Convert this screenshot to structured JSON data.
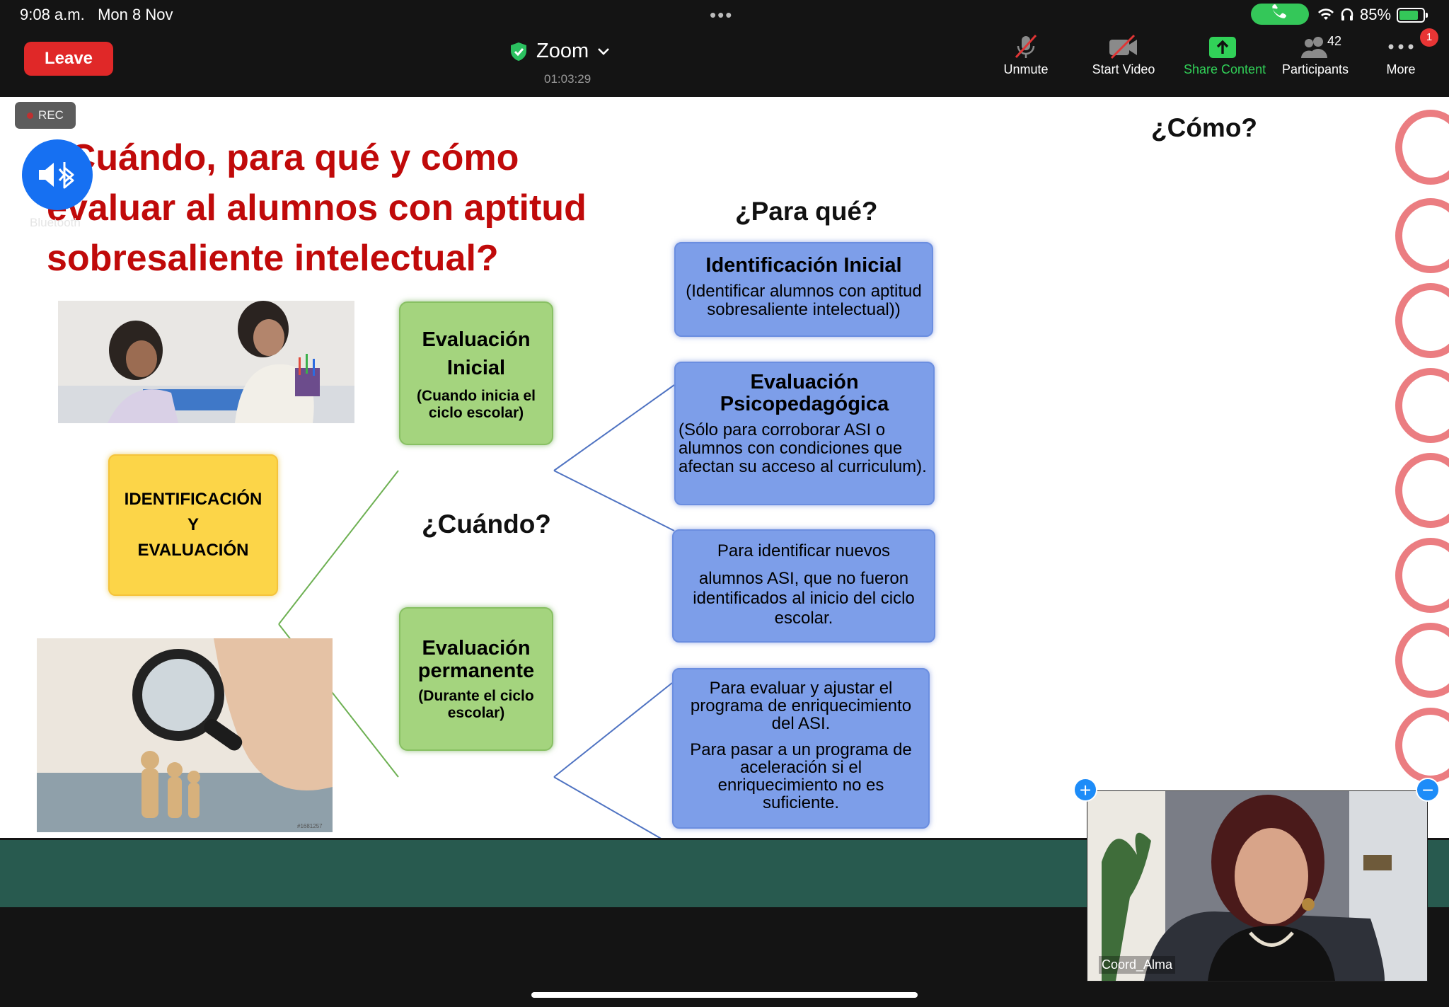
{
  "status_bar": {
    "time": "9:08 a.m.",
    "date": "Mon 8 Nov",
    "battery": "85%"
  },
  "meeting": {
    "leave_label": "Leave",
    "title": "Zoom",
    "timer": "01:03:29"
  },
  "toolbar": {
    "unmute": "Unmute",
    "start_video": "Start Video",
    "share_content": "Share Content",
    "participants": "Participants",
    "participants_count": "42",
    "more": "More",
    "more_badge": "1"
  },
  "rec_label": "REC",
  "bluetooth_label": "Bluetooth",
  "slide": {
    "title_lines": [
      "¿Cuándo, para qué y cómo",
      "evaluar al alumnos con aptitud",
      "sobresaliente intelectual?"
    ],
    "q_para_que": "¿Para qué?",
    "q_como": "¿Cómo?",
    "q_cuando": "¿Cuándo?",
    "root_box": [
      "IDENTIFICACIÓN",
      "Y",
      "EVALUACIÓN"
    ],
    "eval_inicial": {
      "title": "Evaluación Inicial",
      "sub": "(Cuando inicia el ciclo escolar)"
    },
    "eval_permanente": {
      "title": "Evaluación permanente",
      "sub": "(Durante el ciclo escolar)"
    },
    "blue1": {
      "title": "Identificación Inicial",
      "body": "(Identificar alumnos con aptitud sobresaliente intelectual))"
    },
    "blue2": {
      "title": "Evaluación Psicopedagógica",
      "body": "(Sólo para corroborar ASI o alumnos con condiciones que afectan su acceso al curriculum)."
    },
    "blue3": {
      "p1": "Para identificar nuevos",
      "p2": "alumnos ASI, que no fueron identificados al inicio del ciclo escolar."
    },
    "blue4": {
      "p1": "Para evaluar y ajustar el programa de enriquecimiento del ASI.",
      "p2": "Para pasar a un programa de aceleración si el enriquecimiento no es suficiente."
    },
    "photo_stock_id": "#1681257"
  },
  "self_view": {
    "name": "Coord_Alma"
  },
  "colors": {
    "leave": "#e02828",
    "share_green": "#31d158",
    "slide_title": "#c00a0a",
    "footer": "#285a4f"
  }
}
